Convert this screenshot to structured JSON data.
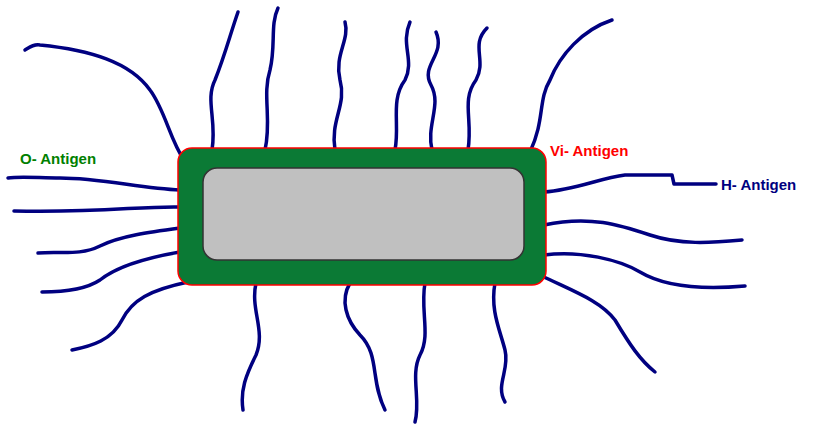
{
  "diagram": {
    "labels": [
      "O- Antigen",
      "Vi- Antigen",
      "H- Antigen"
    ]
  }
}
